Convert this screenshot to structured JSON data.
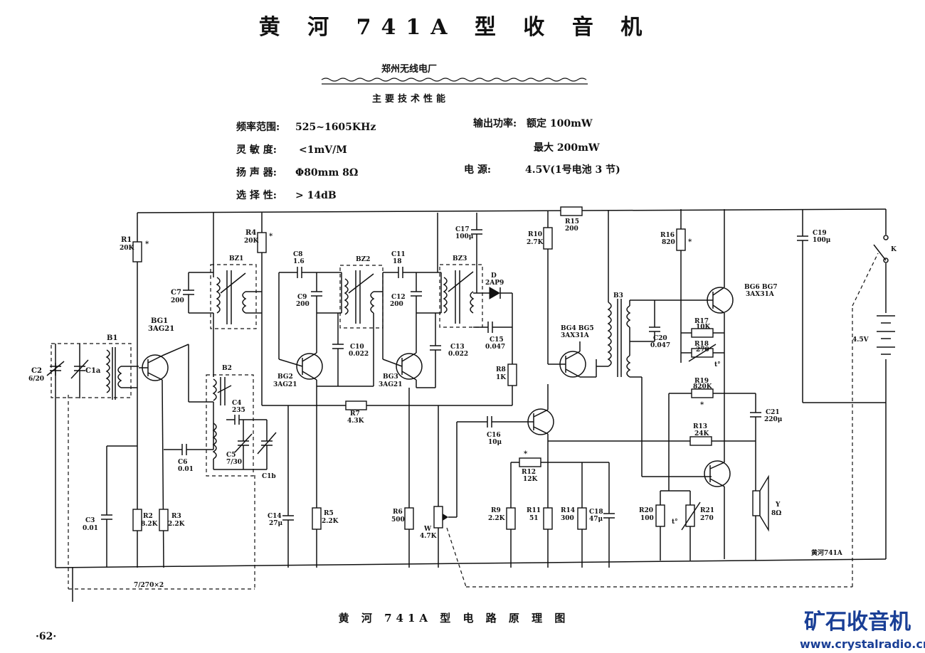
{
  "header": {
    "title": "黄 河 741A 型 收 音 机",
    "maker": "郑州无线电厂",
    "spec_heading": "主要技术性能"
  },
  "specs": {
    "freq_label": "频率范围:",
    "freq_value": "525~1605KHz",
    "sens_label": "灵 敏 度:",
    "sens_value": "<1mV/M",
    "spk_label": "扬 声 器:",
    "spk_value": "Φ80mm 8Ω",
    "sel_label": "选 择 性:",
    "sel_value": "> 14dB",
    "out_label": "输出功率:",
    "out_rated": "额定 100mW",
    "out_max": "最大 200mW",
    "power_label": "电    源:",
    "power_value": "4.5V(1号电池 3 节)"
  },
  "components": {
    "B1": "B1",
    "R1": "R1",
    "R1v": "20K",
    "C2": "C2",
    "C2v": "6/20",
    "C1a": "C1a",
    "BG1": "BG1",
    "BG1m": "3AG21",
    "C7": "C7",
    "C7v": "200",
    "BZ1": "BZ1",
    "R4": "R4",
    "R4v": "20K",
    "B2": "B2",
    "C4": "C4",
    "C4v": "235",
    "C5": "C5",
    "C5v": "7/30",
    "C1b": "C1b",
    "C6": "C6",
    "C6v": "0.01",
    "C3": "C3",
    "C3v": "0.01",
    "R2": "R2",
    "R2v": "8.2K",
    "R3": "R3",
    "R3v": "2.2K",
    "gang": "7/270×2",
    "C8": "C8",
    "C8v": "1.6",
    "C9": "C9",
    "C9v": "200",
    "BZ2": "BZ2",
    "C10": "C10",
    "C10v": "0.022",
    "BG2": "BG2",
    "BG2m": "3AG21",
    "C14": "C14",
    "C14v": "27μ",
    "R5": "R5",
    "R5v": "2.2K",
    "R7": "R7",
    "R7v": "4.3K",
    "C11": "C11",
    "C11v": "18",
    "C12": "C12",
    "C12v": "200",
    "BZ3": "BZ3",
    "C13": "C13",
    "C13v": "0.022",
    "BG3": "BG3",
    "BG3m": "3AG21",
    "C17": "C17",
    "C17v": "100μ",
    "D": "D",
    "Dm": "2AP9",
    "C15": "C15",
    "C15v": "0.047",
    "R8": "R8",
    "R8v": "1K",
    "R6": "R6",
    "R6v": "500",
    "W": "W",
    "Wv": "4.7K",
    "C16": "C16",
    "C16v": "10μ",
    "R10": "R10",
    "R10v": "2.7K",
    "R15": "R15",
    "R15v": "200",
    "BG4": "BG4 BG5",
    "BG4m": "3AX31A",
    "R12": "R12",
    "R12v": "12K",
    "R9": "R9",
    "R9v": "2.2K",
    "R11": "R11",
    "R11v": "51",
    "R14": "R14",
    "R14v": "300",
    "C18": "C18",
    "C18v": "47μ",
    "B3": "B3",
    "C20": "C20",
    "C20v": "0.047",
    "R16": "R16",
    "R16v": "820",
    "BG6": "BG6 BG7",
    "BG6m": "3AX31A",
    "R17": "R17",
    "R17v": "10K",
    "R18": "R18",
    "R18v": "270",
    "R19": "R19",
    "R19v": "820K",
    "R13": "R13",
    "R13v": "24K",
    "C21": "C21",
    "C21v": "220μ",
    "R20": "R20",
    "R20v": "100",
    "R21": "R21",
    "R21v": "270",
    "Y": "Y",
    "Yv": "8Ω",
    "C19": "C19",
    "C19v": "100μ",
    "K": "K",
    "batt": "4.5V",
    "star": "*",
    "tmark": "t°",
    "stamp": "黄河741A"
  },
  "footer": {
    "caption": "黄 河 741A 型 电 路 原 理 图",
    "page": "·62·"
  },
  "watermark": {
    "logo": "矿石收音机",
    "url": "www.crystalradio.cn"
  }
}
